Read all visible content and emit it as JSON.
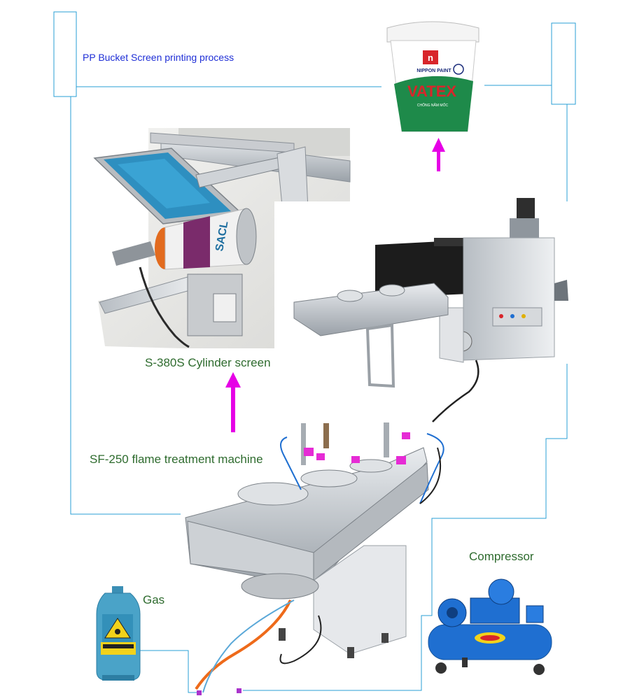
{
  "labels": {
    "process_title": "PP Bucket Screen printing process",
    "cylinder_screen": "S-380S Cylinder screen",
    "flame_machine": "SF-250 flame treatment machine",
    "compressor": "Compressor",
    "gas": "Gas"
  },
  "bucket": {
    "brand": "NIPPON PAINT",
    "product": "VATEX",
    "subtitle": "CHỐNG NẤM MỐC"
  },
  "colors": {
    "connector_line": "#2a9fd6",
    "arrow": "#e600e6",
    "label_green": "#2e6b2e",
    "label_blue": "#1f2fd6",
    "bucket_green": "#1e8a4a",
    "bucket_red": "#d8252b",
    "gas_cylinder": "#4aa3c8",
    "compressor_blue": "#1f6fd1"
  }
}
